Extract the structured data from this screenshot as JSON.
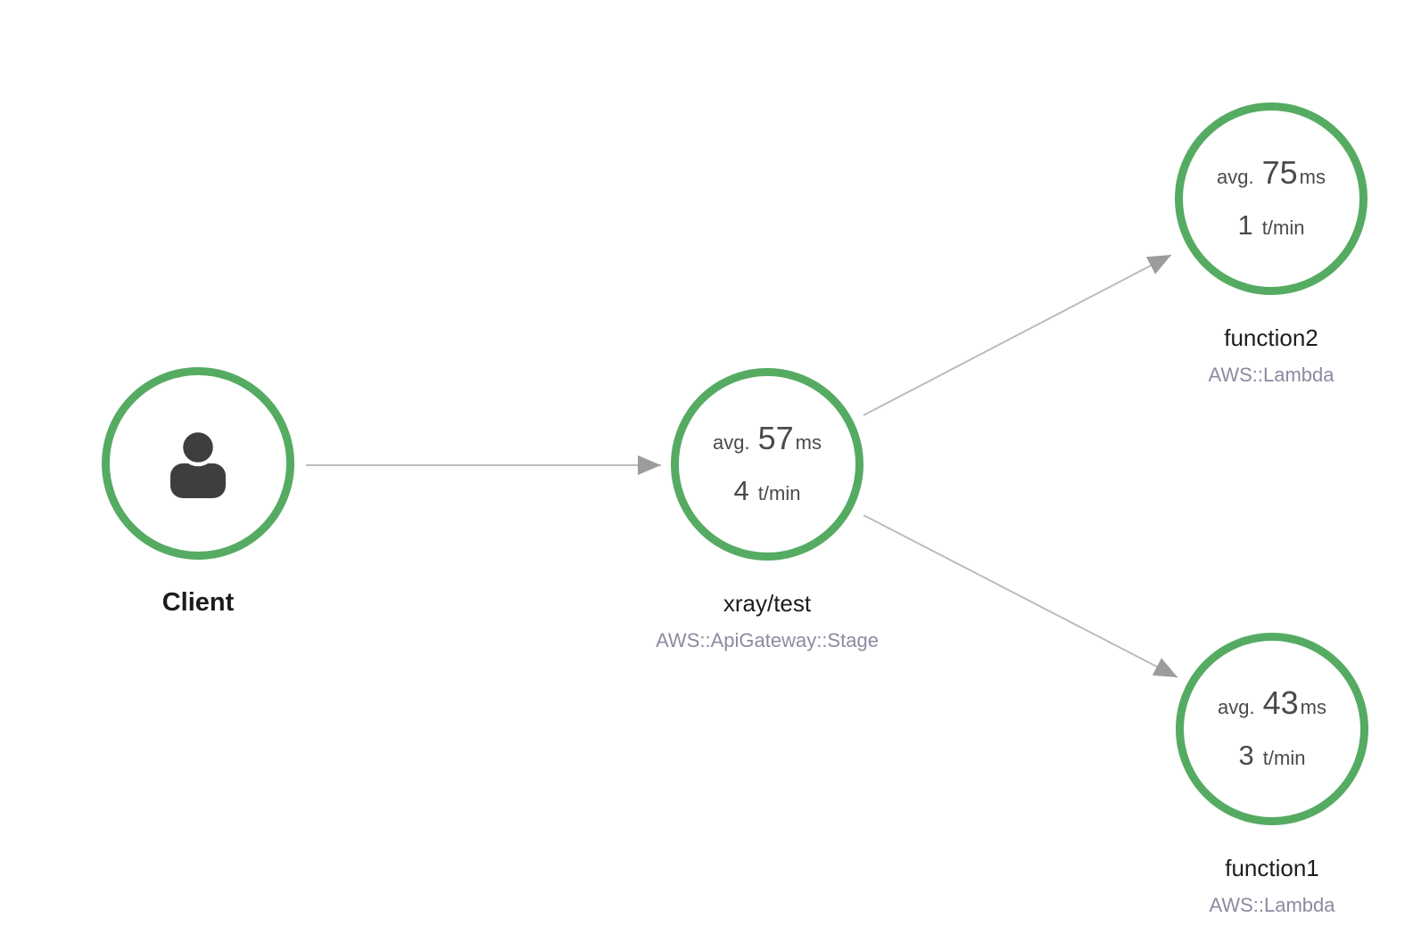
{
  "diagram": {
    "kind": "service-map",
    "colors": {
      "node_border": "#55ab62",
      "edge": "#bcbcbc",
      "arrowhead": "#9c9c9c",
      "metric_text": "#4a4a4a",
      "name_text": "#1c1c1c",
      "type_text": "#8a8ba1",
      "icon": "#3e3e3e",
      "background": "#ffffff"
    },
    "nodes": [
      {
        "id": "client",
        "name": "Client",
        "icon": "user-icon"
      },
      {
        "id": "xray-test",
        "name": "xray/test",
        "type": "AWS::ApiGateway::Stage",
        "metrics": {
          "avg_label": "avg.",
          "avg_value": "57",
          "avg_unit": "ms",
          "rate_value": "4",
          "rate_unit": "t/min"
        }
      },
      {
        "id": "function2",
        "name": "function2",
        "type": "AWS::Lambda",
        "metrics": {
          "avg_label": "avg.",
          "avg_value": "75",
          "avg_unit": "ms",
          "rate_value": "1",
          "rate_unit": "t/min"
        }
      },
      {
        "id": "function1",
        "name": "function1",
        "type": "AWS::Lambda",
        "metrics": {
          "avg_label": "avg.",
          "avg_value": "43",
          "avg_unit": "ms",
          "rate_value": "3",
          "rate_unit": "t/min"
        }
      }
    ],
    "edges": [
      {
        "from": "Client",
        "to": "xray/test"
      },
      {
        "from": "xray/test",
        "to": "function2"
      },
      {
        "from": "xray/test",
        "to": "function1"
      }
    ]
  }
}
